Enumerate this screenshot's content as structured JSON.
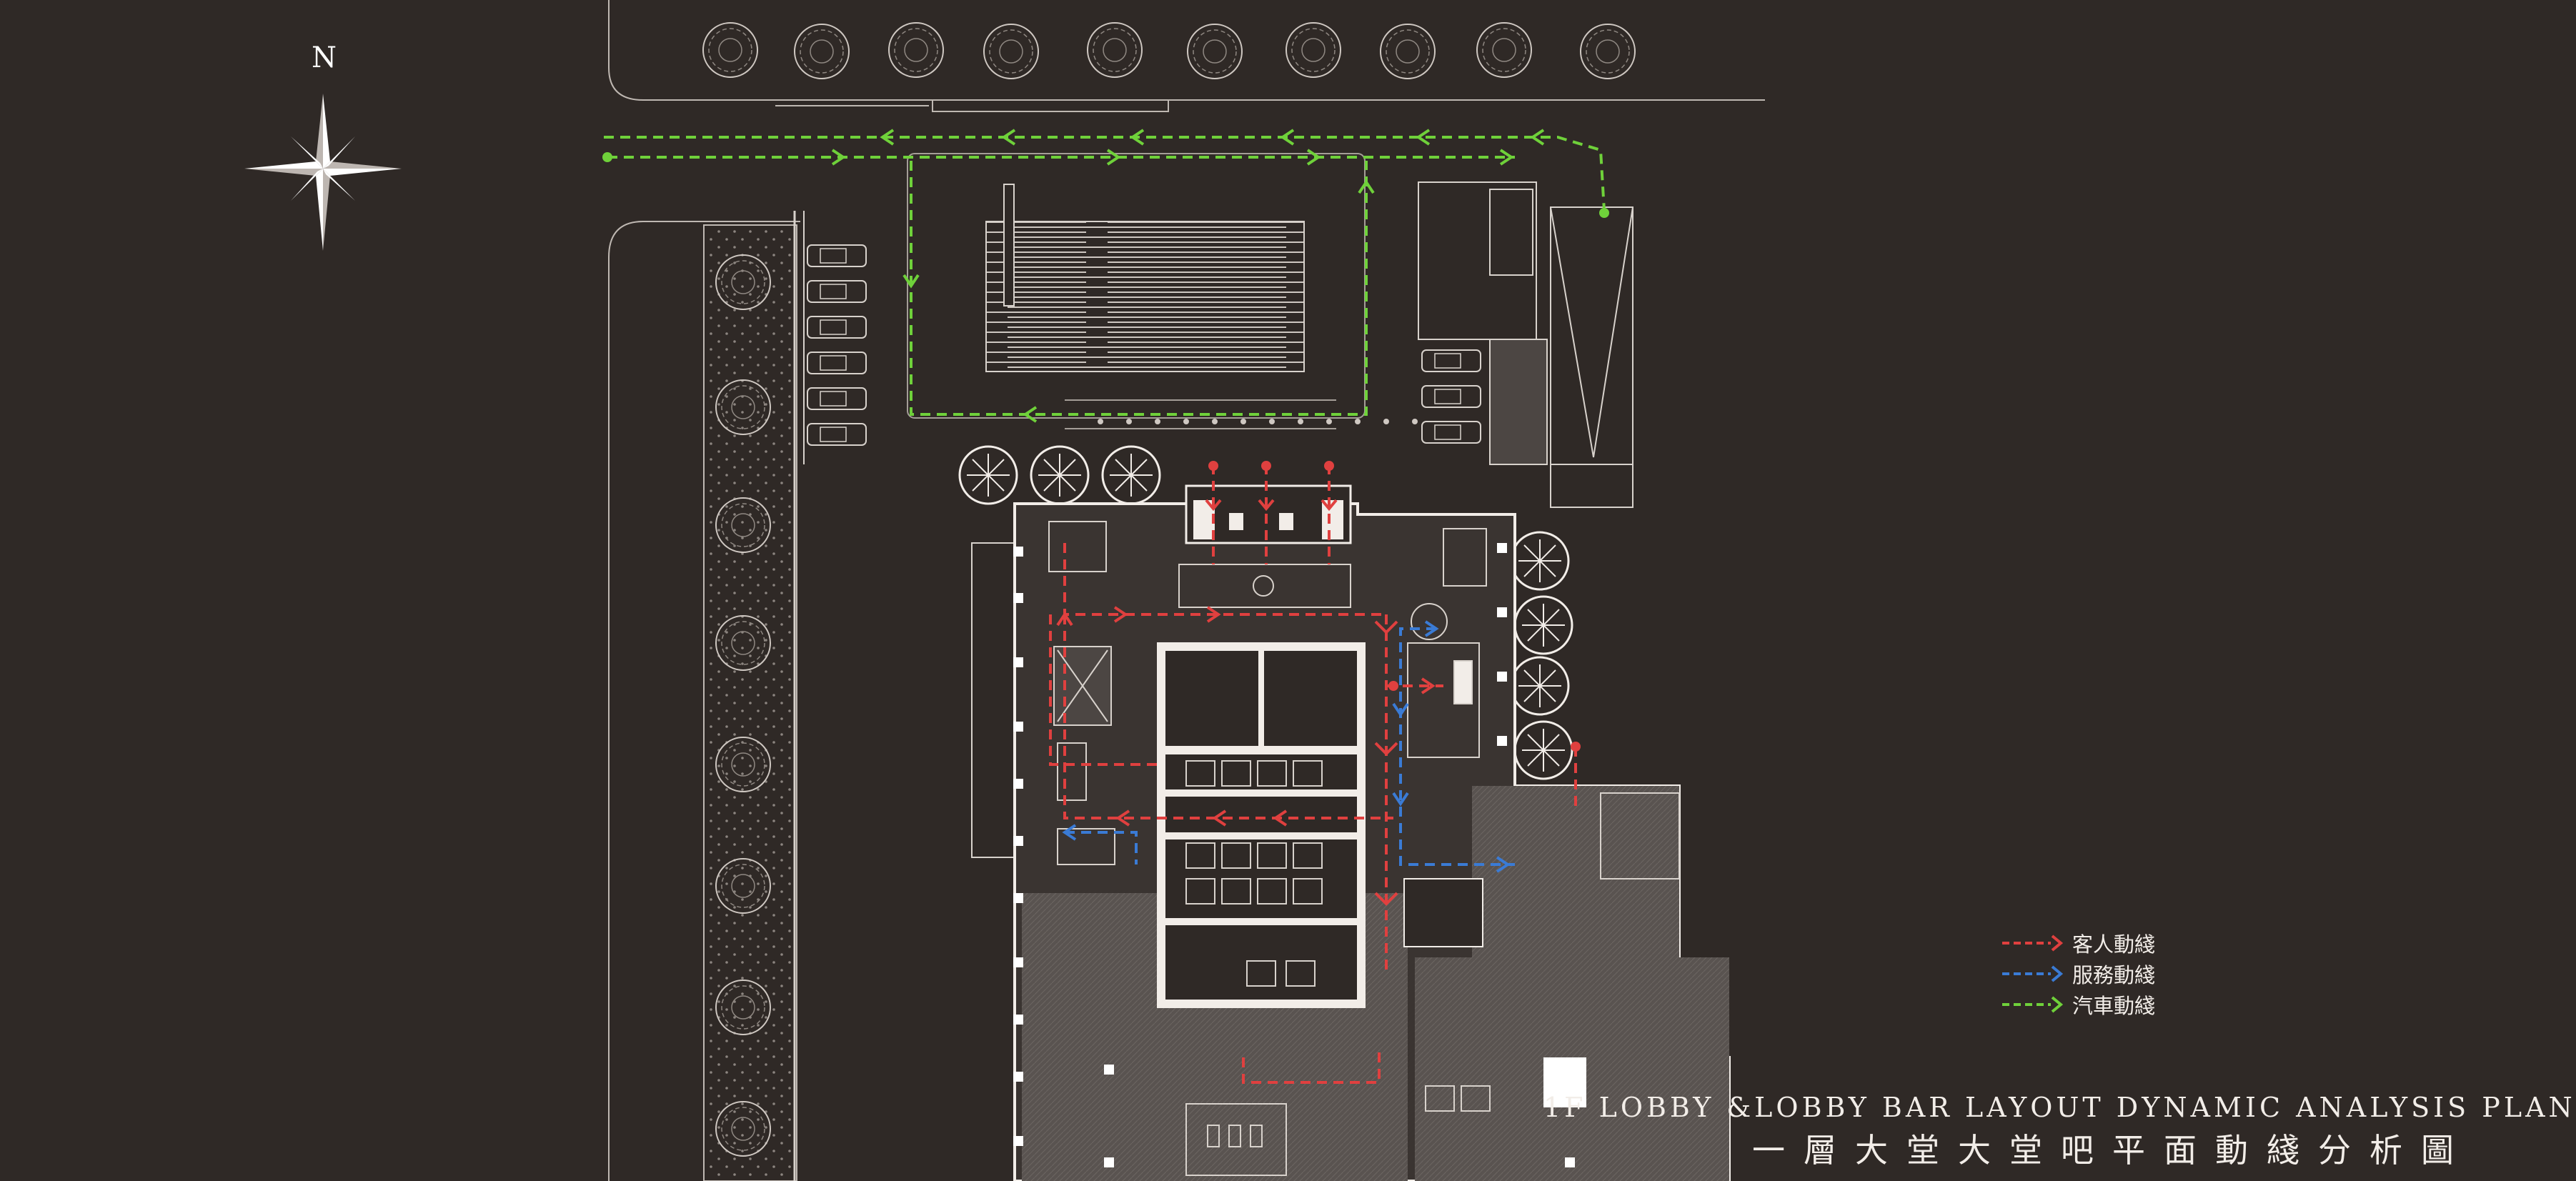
{
  "compass": {
    "label": "N",
    "icon": "north-arrow-icon"
  },
  "legend": {
    "items": [
      {
        "label": "客人動綫",
        "color": "#e0403f"
      },
      {
        "label": "服務動綫",
        "color": "#3a7bd5"
      },
      {
        "label": "汽車動綫",
        "color": "#6fd13a"
      }
    ]
  },
  "title": {
    "english": "1F LOBBY &LOBBY BAR LAYOUT DYNAMIC ANALYSIS PLAN",
    "chinese": "一層大堂大堂吧平面動綫分析圖"
  },
  "colors": {
    "background": "#2f2926",
    "linework": "#d8d2cc",
    "building_fill": "#5d5753",
    "guest": "#e0403f",
    "service": "#3a7bd5",
    "vehicle": "#6fd13a"
  }
}
